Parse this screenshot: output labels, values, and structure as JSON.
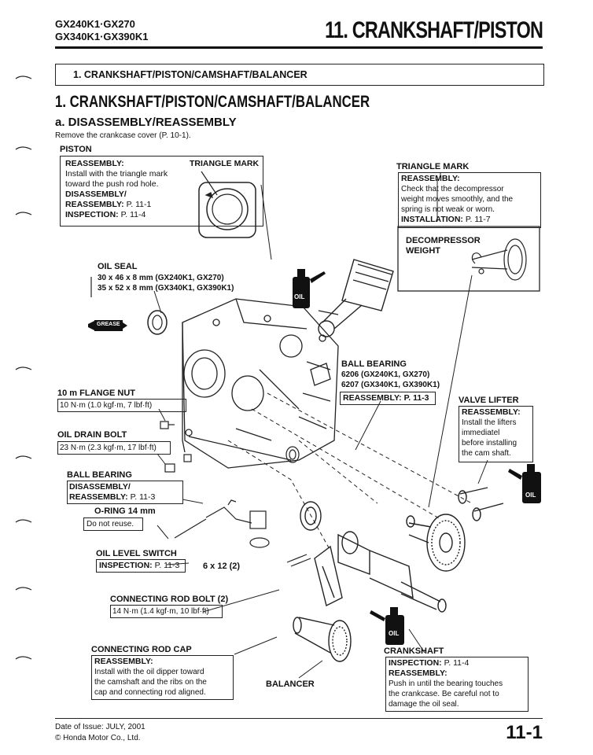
{
  "header": {
    "model_line1": "GX240K1·GX270",
    "model_line2": "GX340K1·GX390K1",
    "chapter_title": "11. CRANKSHAFT/PISTON"
  },
  "toc_entry": "1. CRANKSHAFT/PISTON/CAMSHAFT/BALANCER",
  "section_title": "1. CRANKSHAFT/PISTON/CAMSHAFT/BALANCER",
  "subsection_title": "a. DISASSEMBLY/REASSEMBLY",
  "intro": "Remove the crankcase cover (P. 10-1).",
  "piston": {
    "label": "PISTON",
    "reassembly_h": "REASSEMBLY:",
    "reassembly_t1": "Install with the triangle mark",
    "reassembly_t2": "toward the push rod hole.",
    "dis_h1": "DISASSEMBLY/",
    "dis_h2": "REASSEMBLY:",
    "dis_t": " P. 11-1",
    "insp_h": "INSPECTION:",
    "insp_t": " P. 11-4",
    "triangle_mark": "TRIANGLE MARK"
  },
  "triangle_mark_box": {
    "label": "TRIANGLE MARK",
    "reassembly_h": "REASSEMBLY:",
    "t1": "Check that the decompressor",
    "t2": "weight moves smoothly, and the",
    "t3": "spring is not weak or worn.",
    "inst_h": "INSTALLATION:",
    "inst_t": " P. 11-7",
    "decomp1": "DECOMPRESSOR",
    "decomp2": "WEIGHT"
  },
  "oil_seal": {
    "label": "OIL SEAL",
    "l1": "30 x 46 x 8 mm (GX240K1, GX270)",
    "l2": "35 x 52 x 8 mm (GX340K1, GX390K1)"
  },
  "grease_label": "GREASE",
  "oil_label": "OIL",
  "ball_bearing_right": {
    "label": "BALL BEARING",
    "l1": "6206 (GX240K1, GX270)",
    "l2": "6207 (GX340K1, GX390K1)",
    "box": "REASSEMBLY: P. 11-3"
  },
  "flange_nut": {
    "label": "10 m FLANGE NUT",
    "box": "10 N·m (1.0 kgf·m, 7 lbf·ft)"
  },
  "drain_bolt": {
    "label": "OIL DRAIN BOLT",
    "box": "23 N·m (2.3 kgf·m, 17 lbf·ft)"
  },
  "valve_lifter": {
    "label": "VALVE LIFTER",
    "h": "REASSEMBLY:",
    "t1": "Install the lifters",
    "t2": "immediatel",
    "t3": "before installing",
    "t4": "the cam shaft."
  },
  "ball_bearing_left": {
    "label": "BALL BEARING",
    "b1": "DISASSEMBLY/",
    "b2h": "REASSEMBLY:",
    "b2t": " P. 11-3"
  },
  "oring": {
    "label": "O-RING 14 mm",
    "box": "Do not reuse."
  },
  "oil_level_switch": {
    "label": "OIL LEVEL SWITCH",
    "box_h": "INSPECTION:",
    "box_t": " P. 11-3"
  },
  "bolt_size": "6 x 12 (2)",
  "rod_bolt": {
    "label": "CONNECTING ROD BOLT (2)",
    "box": "14 N·m (1.4 kgf·m, 10 lbf·ft)"
  },
  "rod_cap": {
    "label": "CONNECTING ROD CAP",
    "h": "REASSEMBLY:",
    "t1": "Install with the oil dipper toward",
    "t2": "the camshaft and the ribs on the",
    "t3": "cap and connecting rod aligned."
  },
  "balancer_label": "BALANCER",
  "crankshaft": {
    "label": "CRANKSHAFT",
    "insp_h": "INSPECTION:",
    "insp_t": " P. 11-4",
    "h": "REASSEMBLY:",
    "t1": "Push in until the bearing touches",
    "t2": "the crankcase. Be careful not to",
    "t3": "damage the oil seal."
  },
  "footer": {
    "date": "Date of Issue: JULY, 2001",
    "copyright": "© Honda Motor Co., Ltd.",
    "page": "11-1"
  }
}
